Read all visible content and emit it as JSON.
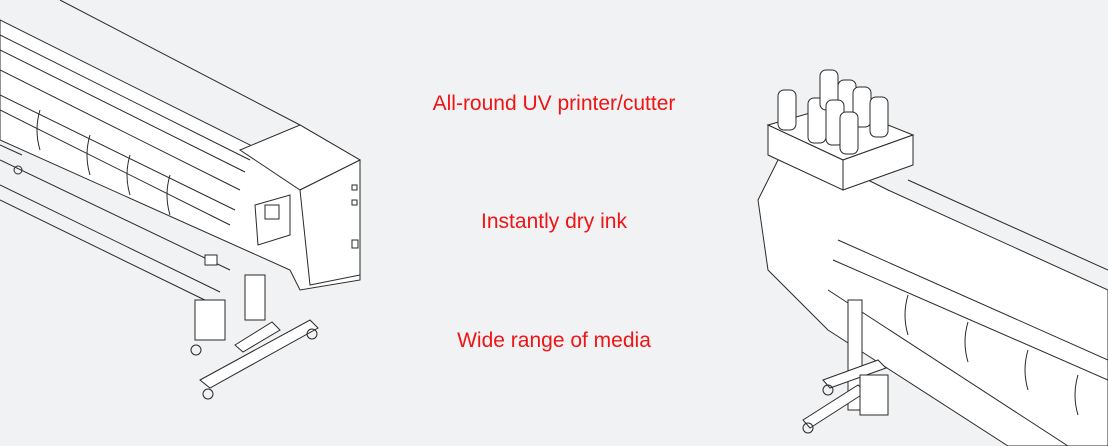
{
  "features": [
    "All-round UV printer/cutter",
    "Instantly dry ink",
    "Wide range of media"
  ],
  "colors": {
    "background": "#f1f2f4",
    "accent": "#f01414"
  }
}
